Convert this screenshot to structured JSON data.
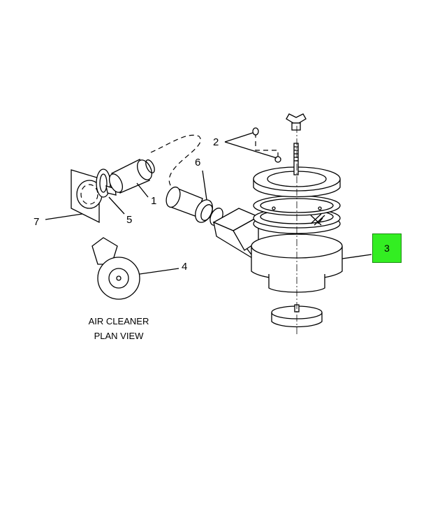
{
  "callouts": {
    "c1": "1",
    "c2": "2",
    "c3": "3",
    "c4": "4",
    "c5": "5",
    "c6": "6",
    "c7": "7"
  },
  "caption": {
    "line1": "AIR CLEANER",
    "line2": "PLAN VIEW"
  },
  "highlight_color": "#33ee22"
}
